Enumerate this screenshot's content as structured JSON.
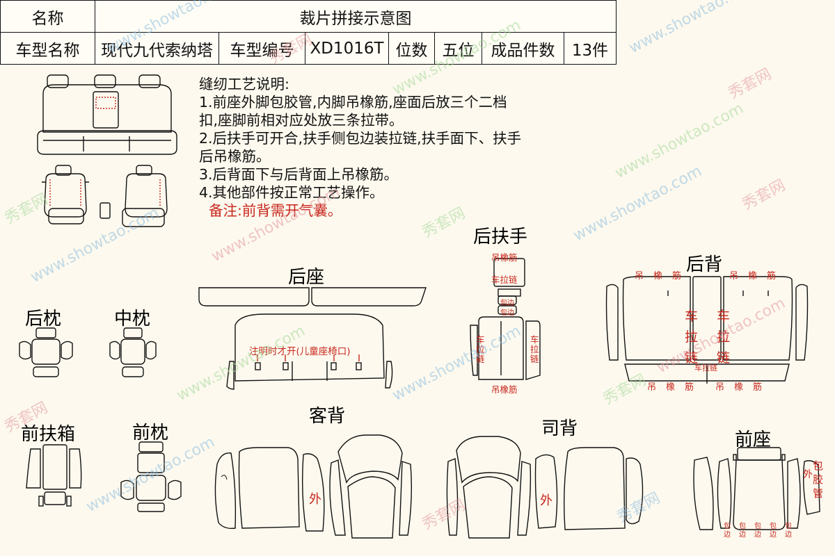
{
  "header": {
    "name_label": "名称",
    "title": "裁片拼接示意图",
    "model_name_label": "车型名称",
    "model_name": "现代九代索纳塔",
    "model_code_label": "车型编号",
    "model_code": "XD1016T",
    "seats_label": "位数",
    "seats": "五位",
    "pieces_label": "成品件数",
    "pieces": "13件"
  },
  "notes": {
    "heading": "缝纫工艺说明:",
    "lines": [
      "1.前座外脚包胶管,内脚吊橡筋,座面后放三个二档",
      "扣,座脚前相对应处放三条拉带。",
      "2.后扶手可开合,扶手侧包边装拉链,扶手面下、扶手",
      "后吊橡筋。",
      "3.后背面下与后背面上吊橡筋。",
      "4.其他部件按正常工艺操作。"
    ],
    "remark": "备注:前背需开气囊。"
  },
  "sections": {
    "rear_headrest": "后枕",
    "mid_headrest": "中枕",
    "rear_seat": "后座",
    "rear_armrest": "后扶手",
    "rear_back": "后背",
    "front_armbox": "前扶箱",
    "front_headrest": "前枕",
    "passenger_back": "客背",
    "driver_back": "司背",
    "front_seat": "前座"
  },
  "annotations": {
    "child_seat_note": "注明时才开(儿童座椅口)",
    "elastic": "吊橡筋",
    "zipper": "车拉链",
    "zipper_chars": [
      "车",
      "拉",
      "链"
    ],
    "elastic_spaced": [
      "吊",
      "橡",
      "筋"
    ],
    "edge_tag": "包边",
    "wrap_tube": "包胶管",
    "outer": "外"
  },
  "watermark": {
    "brand": "秀套网",
    "url": "www.showtao.com"
  },
  "colors": {
    "ink": "#111111",
    "red": "#c8271d",
    "paper": "#fdf9ee"
  }
}
